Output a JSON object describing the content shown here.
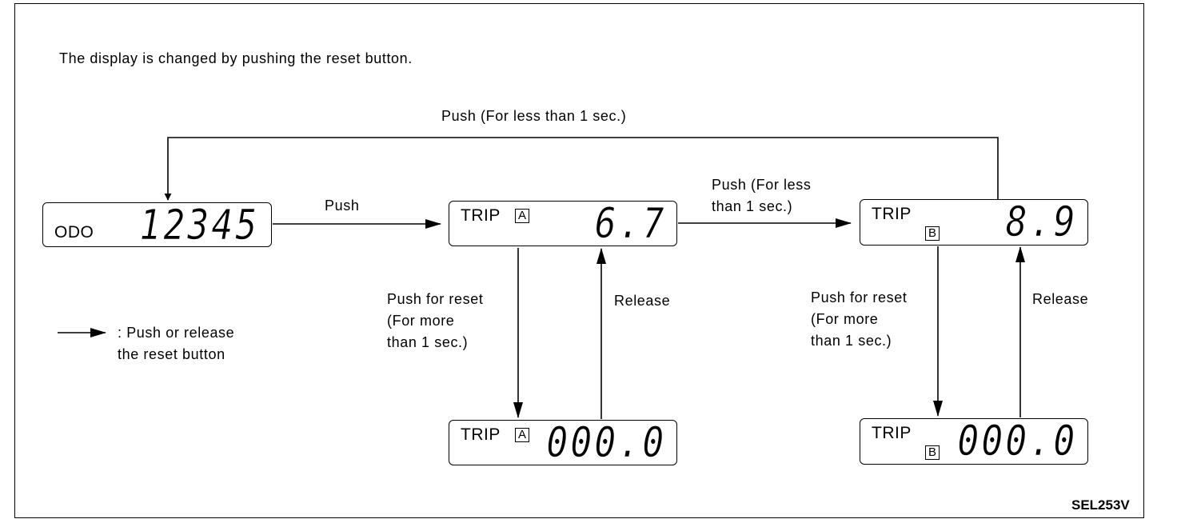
{
  "intro": "The display is changed by pushing the reset button.",
  "top_loop_label": "Push (For less than 1 sec.)",
  "push_label": "Push",
  "push_less_label": "Push (For less\nthan 1 sec.)",
  "reset_label_a": "Push for reset\n(For more\nthan 1 sec.)",
  "reset_label_b": "Push for reset\n(For more\nthan 1 sec.)",
  "release_label_a": "Release",
  "release_label_b": "Release",
  "legend_text": ": Push or release\n  the reset button",
  "figure_code": "SEL253V",
  "displays": {
    "odo": {
      "label": "ODO",
      "value": "12345"
    },
    "trip_a": {
      "label": "TRIP",
      "tag": "A",
      "value": "6.7"
    },
    "trip_b": {
      "label": "TRIP",
      "tag": "B",
      "value": "8.9"
    },
    "trip_a_reset": {
      "label": "TRIP",
      "tag": "A",
      "value": "000.0"
    },
    "trip_b_reset": {
      "label": "TRIP",
      "tag": "B",
      "value": "000.0"
    }
  }
}
